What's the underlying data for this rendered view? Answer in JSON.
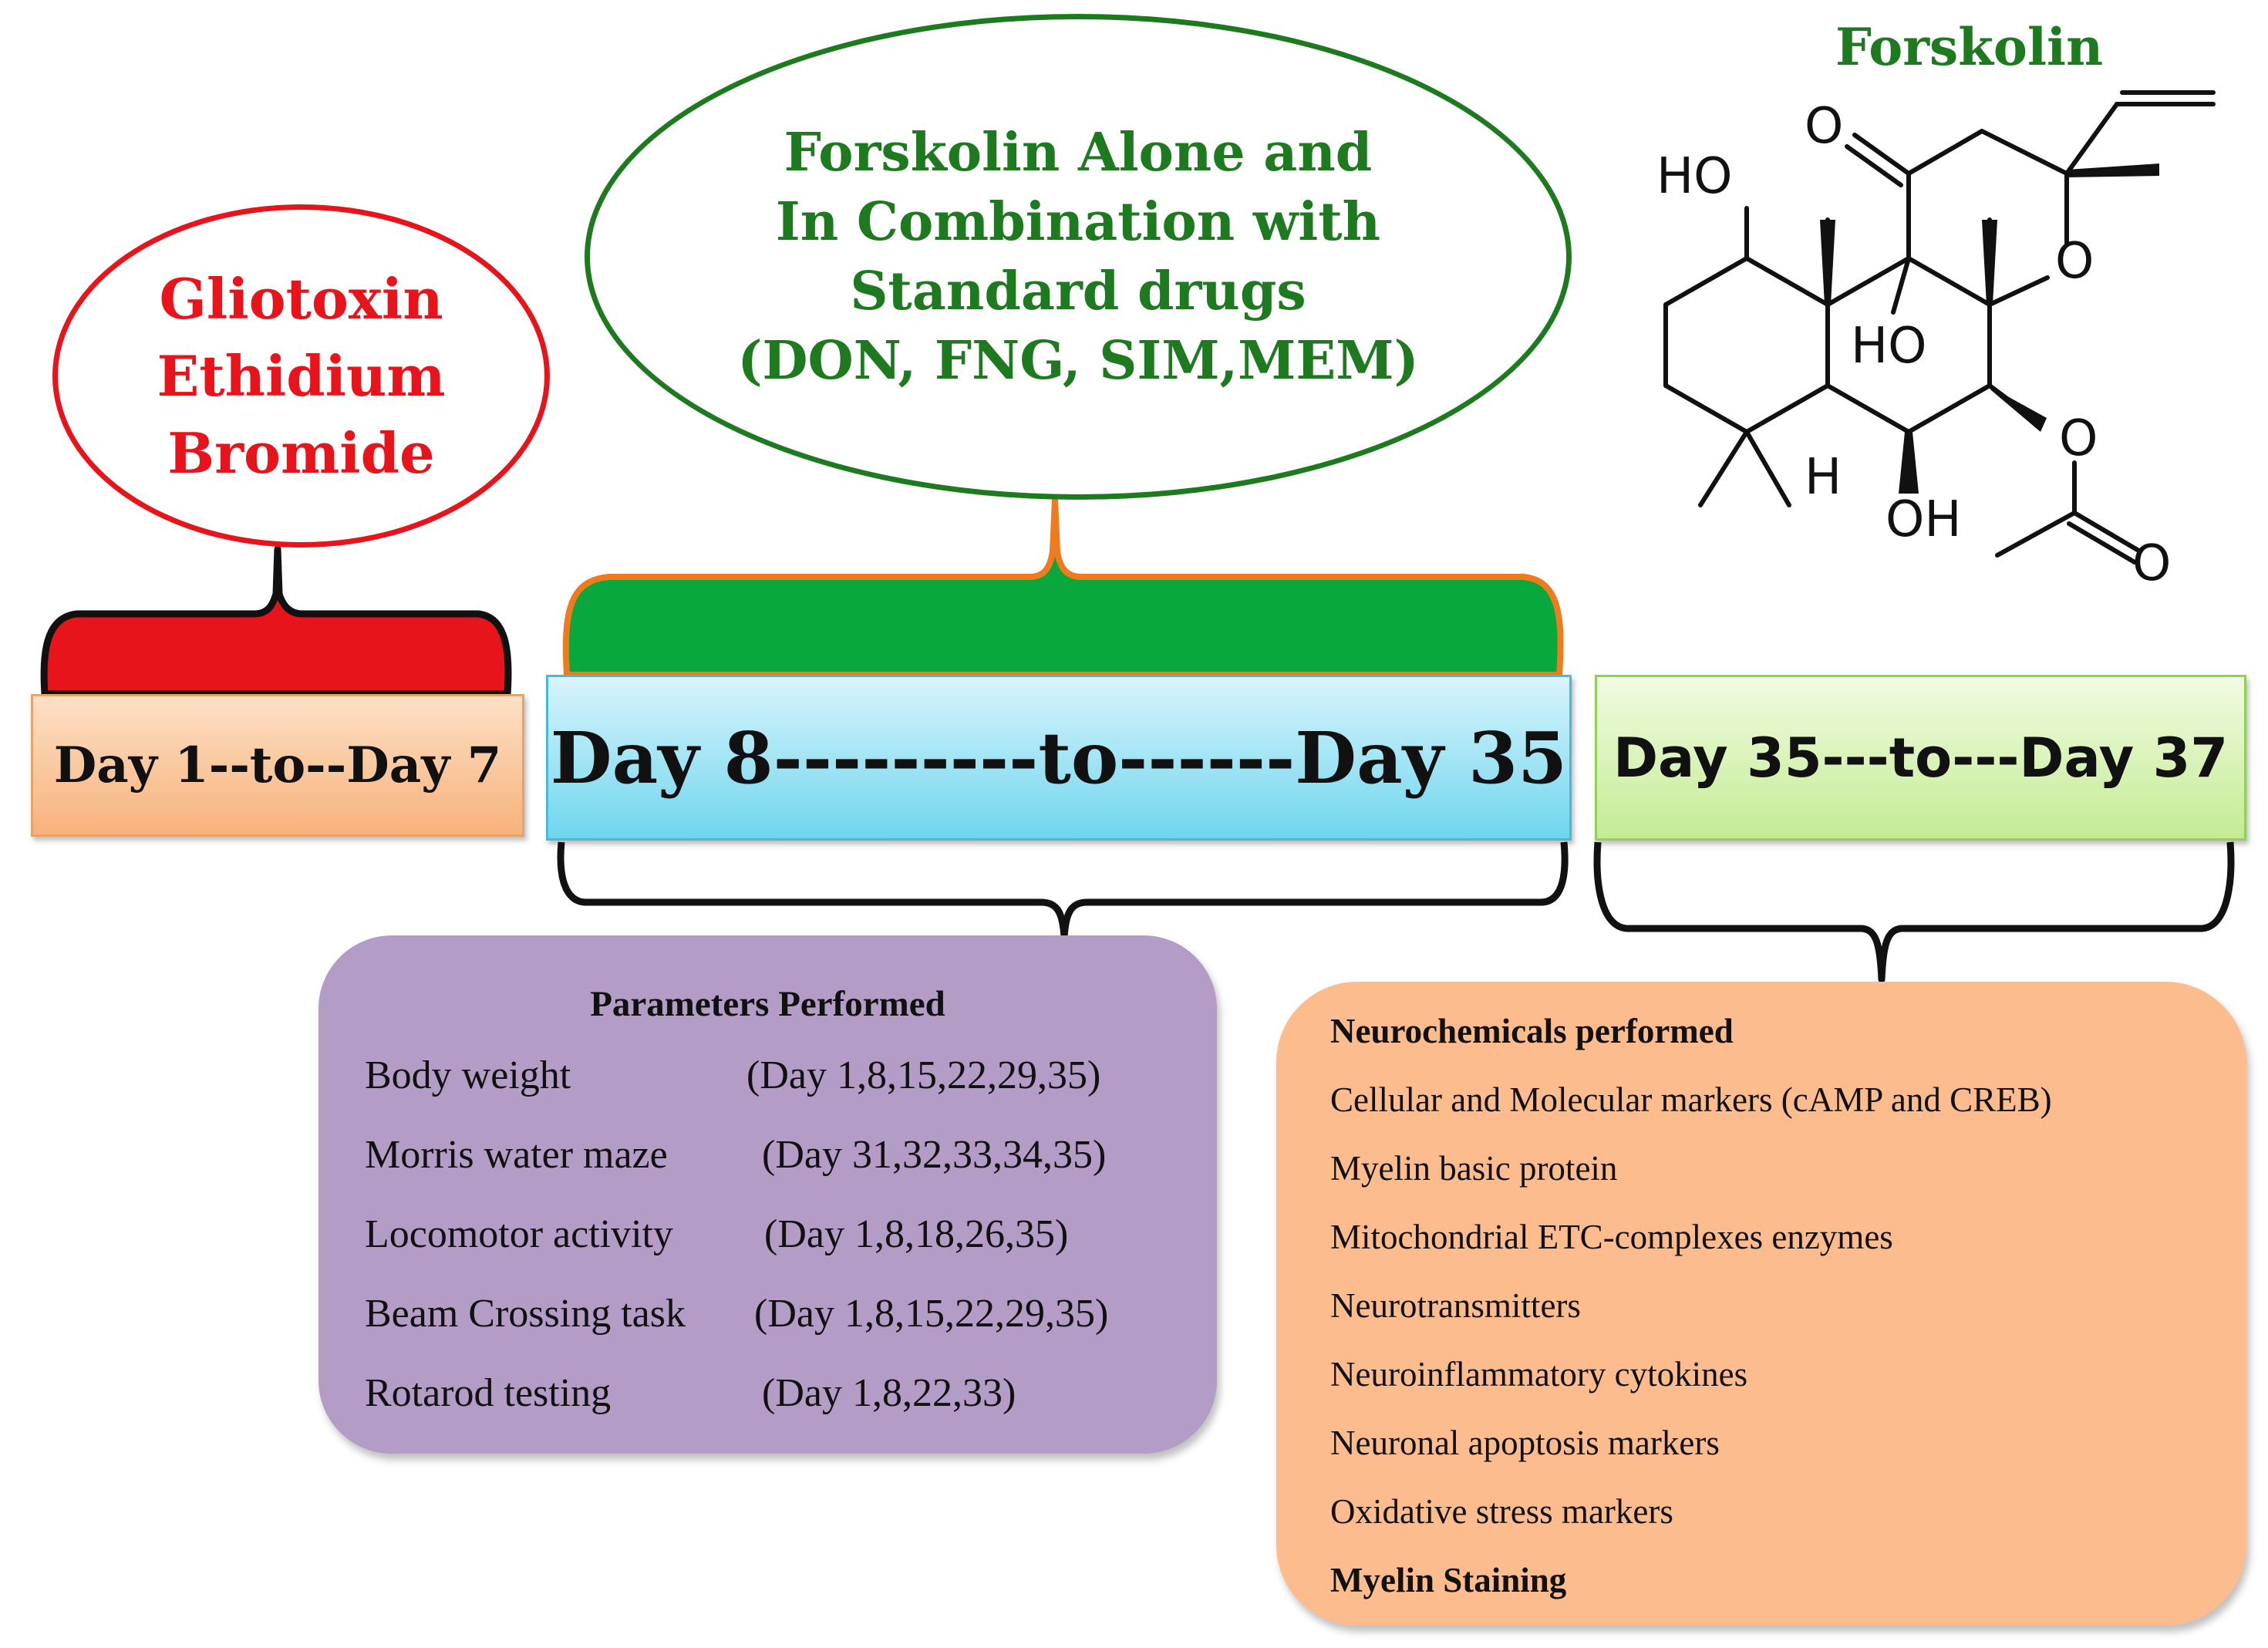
{
  "phase1": {
    "drugs": [
      "Gliotoxin",
      "Ethidium",
      "Bromide"
    ],
    "day_label": "Day 1--to--Day 7"
  },
  "phase2": {
    "treatment": [
      "Forskolin Alone and",
      "In Combination with",
      "Standard drugs",
      "(DON, FNG, SIM,MEM)"
    ],
    "day_label": "Day 8---------to------Day 35"
  },
  "phase3": {
    "day_label": "Day 35---to---Day 37"
  },
  "parameters": {
    "title": "Parameters Performed",
    "items": [
      {
        "name": "Body weight",
        "days": "(Day 1,8,15,22,29,35)"
      },
      {
        "name": "Morris water maze",
        "days": "(Day 31,32,33,34,35)"
      },
      {
        "name": "Locomotor activity",
        "days": "(Day 1,8,18,26,35)"
      },
      {
        "name": "Beam Crossing task",
        "days": "(Day 1,8,15,22,29,35)"
      },
      {
        "name": "Rotarod testing",
        "days": "(Day 1,8,22,33)"
      }
    ]
  },
  "neurochemicals": {
    "title": "Neurochemicals performed",
    "items": [
      "Cellular and Molecular markers (cAMP and CREB)",
      "Myelin basic protein",
      "Mitochondrial ETC-complexes enzymes",
      "Neurotransmitters",
      "Neuroinflammatory cytokines",
      "Neuronal apoptosis markers",
      "Oxidative stress markers"
    ],
    "footer": "Myelin Staining"
  },
  "structure": {
    "title": "Forskolin",
    "atoms": {
      "ho_top": "HO",
      "o_ketone": "O",
      "o_ring": "O",
      "ho_mid": "HO",
      "h": "H",
      "oh": "OH",
      "o_ester": "O",
      "o_carbonyl": "O"
    }
  },
  "colors": {
    "red": "#e8141b",
    "green": "#1e7a1e",
    "bracket_green": "#08a83c",
    "bracket_outline": "#f07b1e",
    "purple_panel": "#b39cc6",
    "orange_panel": "#fcbc8e"
  }
}
